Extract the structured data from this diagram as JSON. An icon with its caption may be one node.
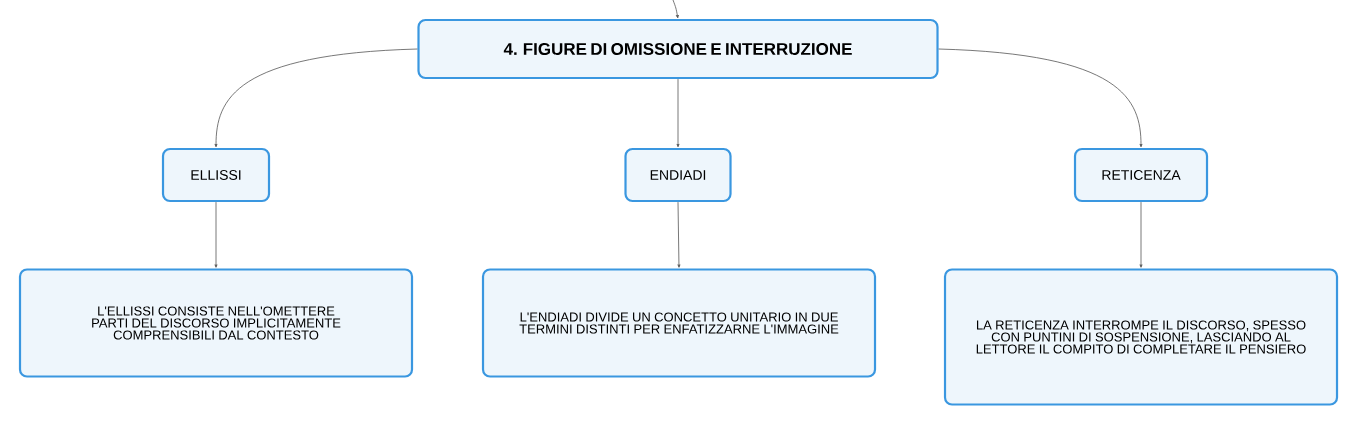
{
  "diagram": {
    "nodes": [
      {
        "text": [
          "4. FIGURE DI OMISSIONE E INTERRUZIONE"
        ]
      },
      {
        "text": [
          "ELLISSI"
        ]
      },
      {
        "text": [
          "ENDIADI"
        ]
      },
      {
        "text": [
          "RETICENZA"
        ]
      },
      {
        "text": [
          "L'ELLISSI CONSISTE NELL'OMETTERE PARTI DEL DISCORSO IMPLICITAMENTE COMPRENSIBILI DAL CONTESTO"
        ]
      },
      {
        "text": [
          "L'ENDIADI DIVIDE UN CONCETTO UNITARIO IN DUE TERMINI DISTINTI PER ENFATIZZARNE L'IMMAGINE"
        ]
      },
      {
        "text": [
          "LA RETICENZA INTERROMPE IL DISCORSO, SPESSO CON PUNTINI DI SOSPENSIONE, LASCIANDO AL LETTORE IL COMPITO DI COMPLETARE IL PENSIERO"
        ]
      }
    ],
    "edges": [
      {
        "from": null,
        "to": 0,
        "arrow": "to"
      },
      {
        "from": 0,
        "to": 1,
        "arrow": "to"
      },
      {
        "from": 0,
        "to": 2,
        "arrow": "to"
      },
      {
        "from": 0,
        "to": 3,
        "arrow": "to"
      },
      {
        "from": 1,
        "to": 4,
        "arrow": "to"
      },
      {
        "from": 2,
        "to": 5,
        "arrow": "to"
      },
      {
        "from": 3,
        "to": 6,
        "arrow": "to"
      }
    ]
  }
}
